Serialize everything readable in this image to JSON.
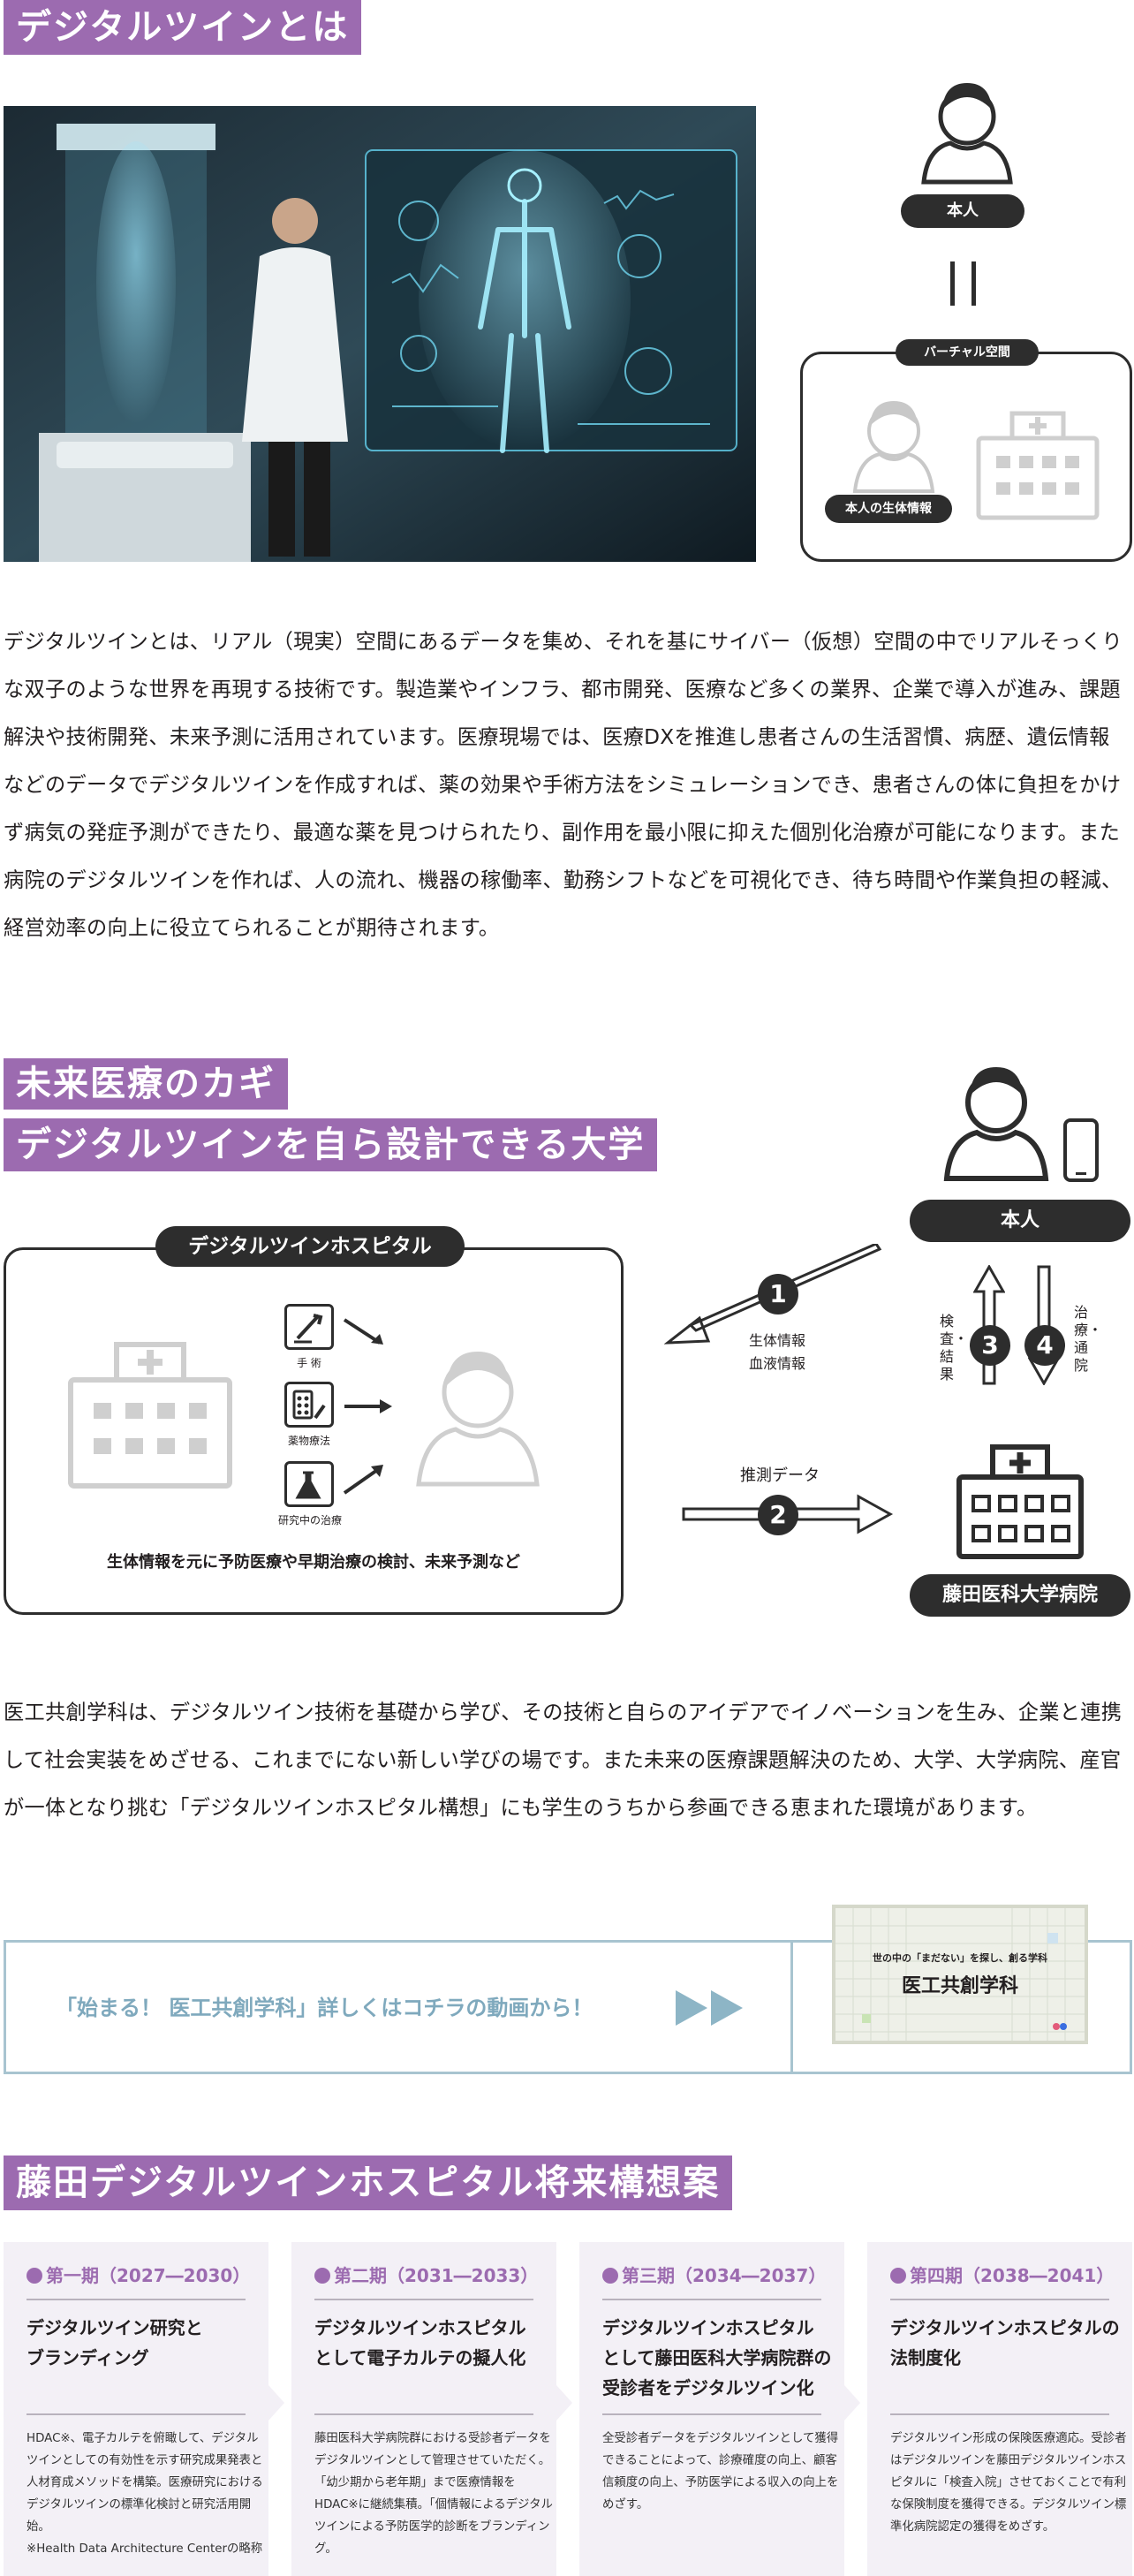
{
  "section1": {
    "heading": "デジタルツインとは",
    "self_label": "本人",
    "virtual_space_label": "バーチャル空間",
    "bio_info_label": "本人の生体情報",
    "paragraph": "デジタルツインとは、リアル（現実）空間にあるデータを集め、それを基にサイバー（仮想）空間の中でリアルそっくりな双子のような世界を再現する技術です。製造業やインフラ、都市開発、医療など多くの業界、企業で導入が進み、課題解決や技術開発、未来予測に活用されています。医療現場では、医療DXを推進し患者さんの生活習慣、病歴、遺伝情報などのデータでデジタルツインを作成すれば、薬の効果や手術方法をシミュレーションでき、患者さんの体に負担をかけず病気の発症予測ができたり、最適な薬を見つけられたり、副作用を最小限に抑えた個別化治療が可能になります。また病院のデジタルツインを作れば、人の流れ、機器の稼働率、勤務シフトなどを可視化でき、待ち時間や作業負担の軽減、経営効率の向上に役立てられることが期待されます。"
  },
  "section2": {
    "heading_line1": "未来医療のカギ",
    "heading_line2": "デジタルツインを自ら設計できる大学",
    "dt_hospital_title": "デジタルツインホスピタル",
    "treatments": [
      "手 術",
      "薬物療法",
      "研究中の治療"
    ],
    "dt_caption": "生体情報を元に予防医療や早期治療の検討、未来予測など",
    "self_label": "本人",
    "hospital_label": "藤田医科大学病院",
    "flow1_num": "1",
    "flow1_label_a": "生体情報",
    "flow1_label_b": "血液情報",
    "flow2_num": "2",
    "flow2_label": "推測データ",
    "flow3_num": "3",
    "flow3_label": "検査・結果",
    "flow4_num": "4",
    "flow4_label": "治療・通院",
    "paragraph": "医工共創学科は、デジタルツイン技術を基礎から学び、その技術と自らのアイデアでイノベーションを生み、企業と連携して社会実装をめざせる、これまでにない新しい学びの場です。また未来の医療課題解決のため、大学、大学病院、産官が一体となり挑む「デジタルツインホスピタル構想」にも学生のうちから参画できる恵まれた環境があります。",
    "video_banner_text": "「始まる！ 医工共創学科」詳しくはコチラの動画から！",
    "thumb_small": "世の中の「まだない」を探し、創る学科",
    "thumb_title": "医工共創学科"
  },
  "section3": {
    "heading": "藤田デジタルツインホスピタル将来構想案",
    "phases": [
      {
        "title": "第一期（2027―2030）",
        "head": "デジタルツイン研究と\nブランディング",
        "body": "HDAC※、電子カルテを俯瞰して、デジタルツインとしての有効性を示す研究成果発表と人材育成メソッドを構築。医療研究におけるデジタルツインの標準化検討と研究活用開始。\n※Health Data Architecture Centerの略称"
      },
      {
        "title": "第二期（2031―2033）",
        "head": "デジタルツインホスピタル\nとして電子カルテの擬人化",
        "body": "藤田医科大学病院群における受診者データをデジタルツインとして管理させていただく。「幼少期から老年期」まで医療情報をHDAC※に継続集積。「個情報によるデジタルツインによる予防医学的診断をブランディング。"
      },
      {
        "title": "第三期（2034―2037）",
        "head": "デジタルツインホスピタル\nとして藤田医科大学病院群の\n受診者をデジタルツイン化",
        "body": "全受診者データをデジタルツインとして獲得できることによって、診療確度の向上、顧客信頼度の向上、予防医学による収入の向上をめざす。"
      },
      {
        "title": "第四期（2038―2041）",
        "head": "デジタルツインホスピタルの\n法制度化",
        "body": "デジタルツイン形成の保険医療適応。受診者はデジタルツインを藤田デジタルツインホスピタルに「検査入院」させておくことで有利な保険制度を獲得できる。デジタルツイン標準化病院認定の獲得をめざす。"
      }
    ]
  }
}
